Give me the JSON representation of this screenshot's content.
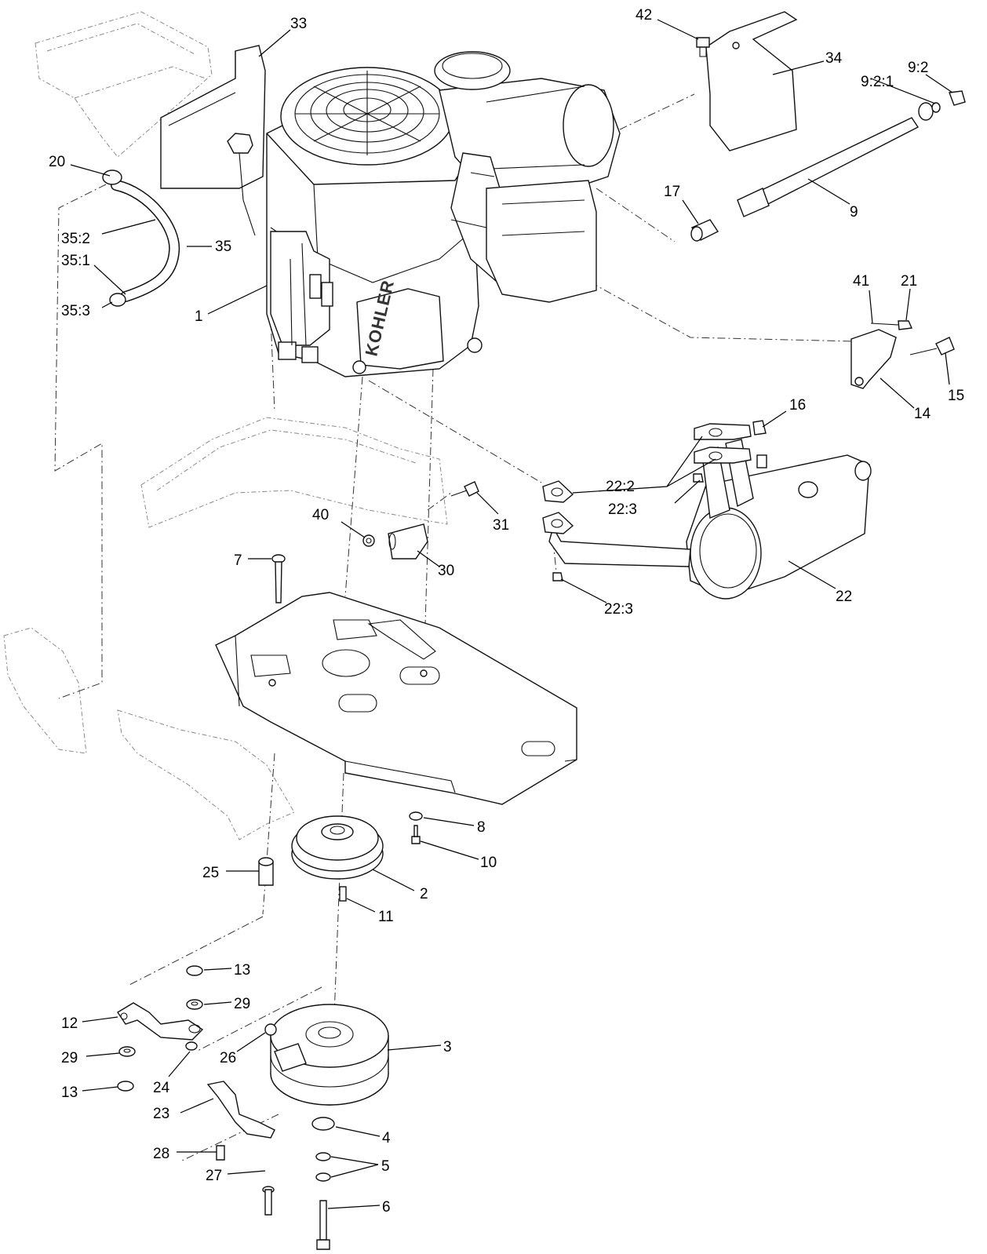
{
  "callouts": {
    "c1": "1",
    "c2": "2",
    "c3": "3",
    "c4": "4",
    "c5": "5",
    "c6": "6",
    "c7": "7",
    "c8": "8",
    "c9": "9",
    "c9_2": "9:2",
    "c9_2_1": "9:2:1",
    "c10": "10",
    "c11": "11",
    "c12": "12",
    "c13a": "13",
    "c13b": "13",
    "c14": "14",
    "c15": "15",
    "c16": "16",
    "c17": "17",
    "c20": "20",
    "c21": "21",
    "c22": "22",
    "c22_2": "22:2",
    "c22_3a": "22:3",
    "c22_3b": "22:3",
    "c23": "23",
    "c24": "24",
    "c25": "25",
    "c26": "26",
    "c27": "27",
    "c28": "28",
    "c29a": "29",
    "c29b": "29",
    "c30": "30",
    "c31": "31",
    "c33": "33",
    "c34": "34",
    "c35": "35",
    "c35_1": "35:1",
    "c35_2": "35:2",
    "c35_3": "35:3",
    "c40": "40",
    "c41": "41",
    "c42": "42"
  },
  "engine_brand": "KOHLER"
}
